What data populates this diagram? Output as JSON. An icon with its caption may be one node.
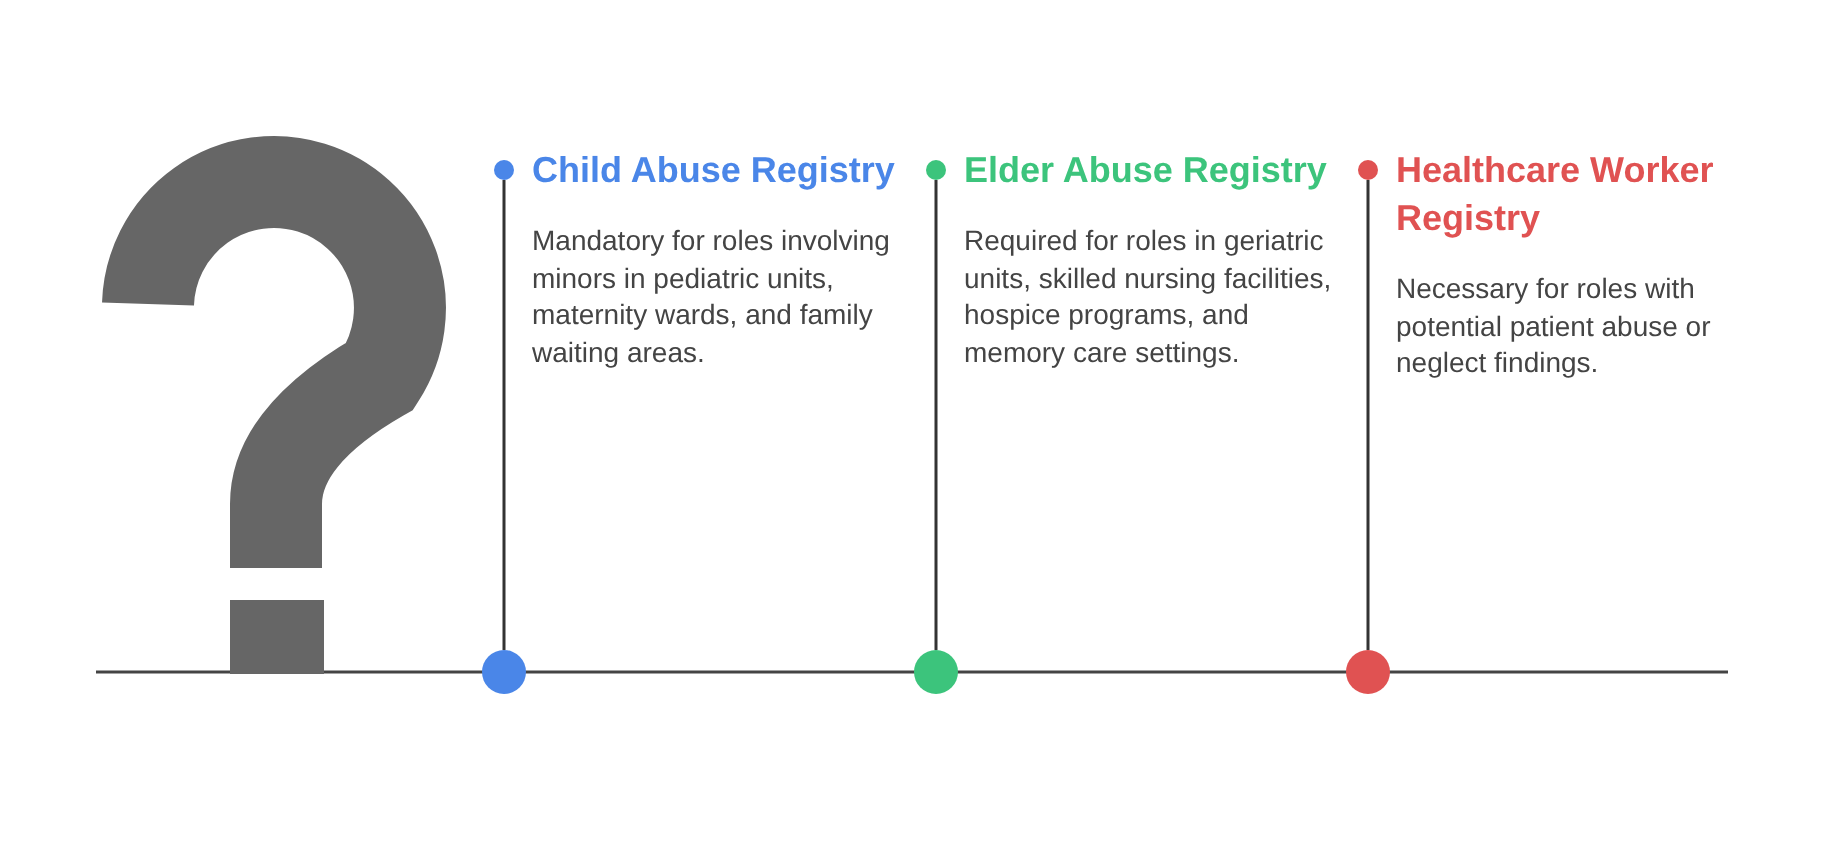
{
  "diagram": {
    "nodes": [
      {
        "text": [],
        "shape": "circle"
      },
      {
        "text": [
          "Child Abuse Registry",
          "Mandatory for roles involving minors in pediatric units, maternity wards, and family waiting areas."
        ]
      },
      {
        "text": [],
        "shape": "circle"
      },
      {
        "text": [],
        "shape": "circle"
      },
      {
        "text": [
          "Elder Abuse Registry",
          "Required for roles in geriatric units, skilled nursing facilities, hospice programs, and memory care settings."
        ]
      },
      {
        "text": [],
        "shape": "circle"
      },
      {
        "text": [],
        "shape": "circle"
      },
      {
        "text": [
          "Healthcare Worker Registry",
          "Necessary for roles with potential patient abuse or neglect findings."
        ]
      },
      {
        "text": [],
        "shape": "circle"
      }
    ],
    "edges": [
      {
        "from": 2,
        "to": 0,
        "arrow": "none"
      },
      {
        "from": 5,
        "to": 3,
        "arrow": "none"
      },
      {
        "from": 8,
        "to": 6,
        "arrow": "none"
      }
    ]
  }
}
